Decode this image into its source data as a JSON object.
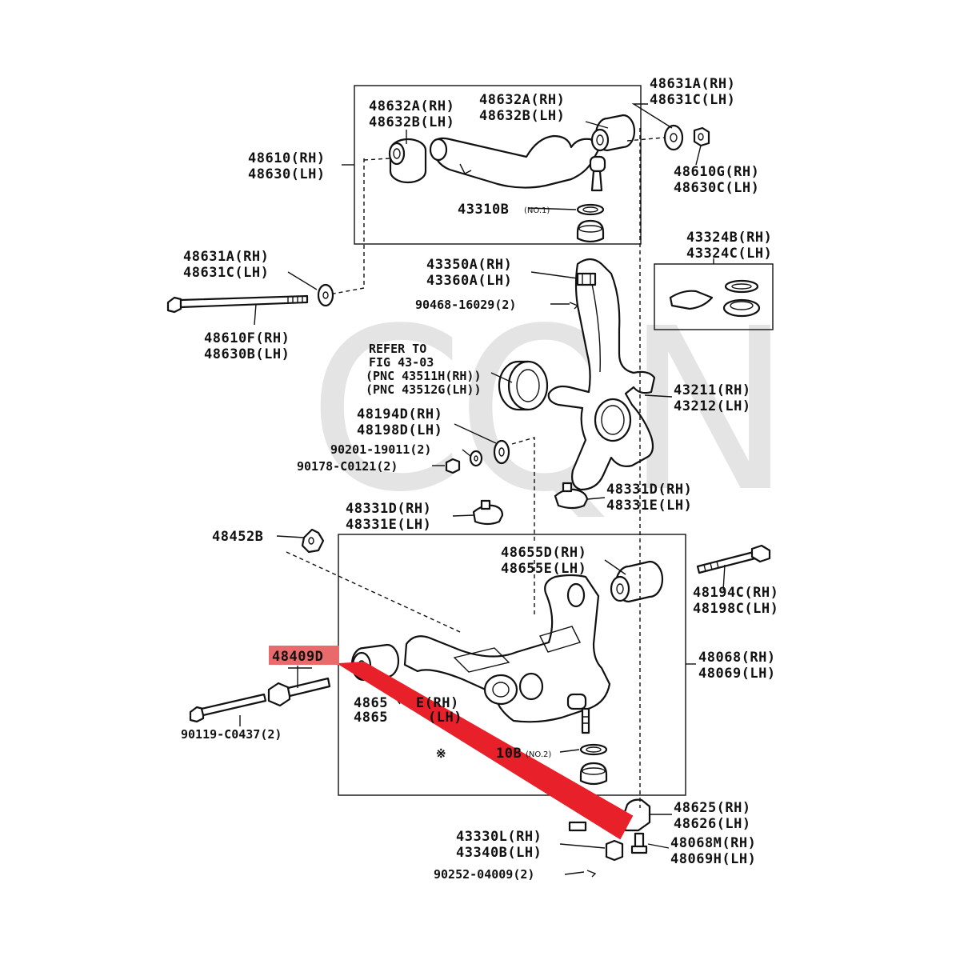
{
  "watermark": "CQN",
  "highlight": {
    "label": "48409D",
    "color": "#e8202a",
    "label_bg": "#e86a6a"
  },
  "labels": {
    "l1": "48632A(RH)",
    "l2": "48632B(LH)",
    "l3": "48632A(RH)",
    "l4": "48632B(LH)",
    "l5": "48631A(RH)",
    "l6": "48631C(LH)",
    "l7": "48610(RH)",
    "l8": "48630(LH)",
    "l9": "48610G(RH)",
    "l10": "48630C(LH)",
    "l11": "43310B",
    "l11s": "(NO.1)",
    "l12": "43324B(RH)",
    "l13": "43324C(LH)",
    "l14": "48631A(RH)",
    "l15": "48631C(LH)",
    "l16": "43350A(RH)",
    "l17": "43360A(LH)",
    "l18": "90468-16029(2)",
    "l19": "48610F(RH)",
    "l20": "48630B(LH)",
    "l21": "REFER TO",
    "l22": "FIG 43-03",
    "l23": "(PNC 43511H(RH))",
    "l24": "(PNC 43512G(LH))",
    "l25": "43211(RH)",
    "l26": "43212(LH)",
    "l27": "48194D(RH)",
    "l28": "48198D(LH)",
    "l29": "90201-19011(2)",
    "l30": "90178-C0121(2)",
    "l31": "48331D(RH)",
    "l32": "48331E(LH)",
    "l33": "48331D(RH)",
    "l34": "48331E(LH)",
    "l35": "48452B",
    "l36": "48655D(RH)",
    "l37": "48655E(LH)",
    "l38": "48194C(RH)",
    "l39": "48198C(LH)",
    "l40": "48068(RH)",
    "l41": "48069(LH)",
    "l42": "4865",
    "l42b": "E(RH)",
    "l43": "4865",
    "l43b": "(LH)",
    "l44": "90119-C0437(2)",
    "l45": "※",
    "l45b": "10B",
    "l45s": "(NO.2)",
    "l46": "48625(RH)",
    "l47": "48626(LH)",
    "l48": "43330L(RH)",
    "l49": "43340B(LH)",
    "l50": "48068M(RH)",
    "l51": "48069H(LH)",
    "l52": "90252-04009(2)"
  }
}
